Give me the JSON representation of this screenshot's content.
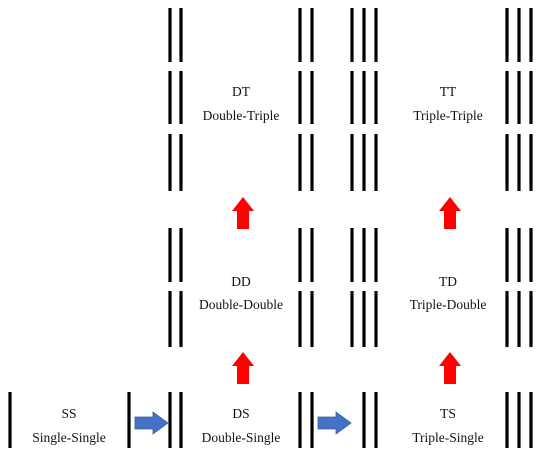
{
  "diagram": {
    "cells": [
      {
        "id": "ss",
        "code": "SS",
        "name": "Single-Single"
      },
      {
        "id": "ds",
        "code": "DS",
        "name": "Double-Single"
      },
      {
        "id": "ts",
        "code": "TS",
        "name": "Triple-Single"
      },
      {
        "id": "dd",
        "code": "DD",
        "name": "Double-Double"
      },
      {
        "id": "td",
        "code": "TD",
        "name": "Triple-Double"
      },
      {
        "id": "dt",
        "code": "DT",
        "name": "Double-Triple"
      },
      {
        "id": "tt",
        "code": "TT",
        "name": "Triple-Triple"
      }
    ],
    "arrows": [
      {
        "from": "ss",
        "to": "ds",
        "direction": "right"
      },
      {
        "from": "ds",
        "to": "ts",
        "direction": "right"
      },
      {
        "from": "ds",
        "to": "dd",
        "direction": "up"
      },
      {
        "from": "dd",
        "to": "dt",
        "direction": "up"
      },
      {
        "from": "ts",
        "to": "td",
        "direction": "up"
      },
      {
        "from": "td",
        "to": "tt",
        "direction": "up"
      }
    ],
    "colors": {
      "line": "#000000",
      "horizontal_arrow": "#4472c4",
      "vertical_arrow": "#ff0000",
      "text": "#111111"
    }
  }
}
